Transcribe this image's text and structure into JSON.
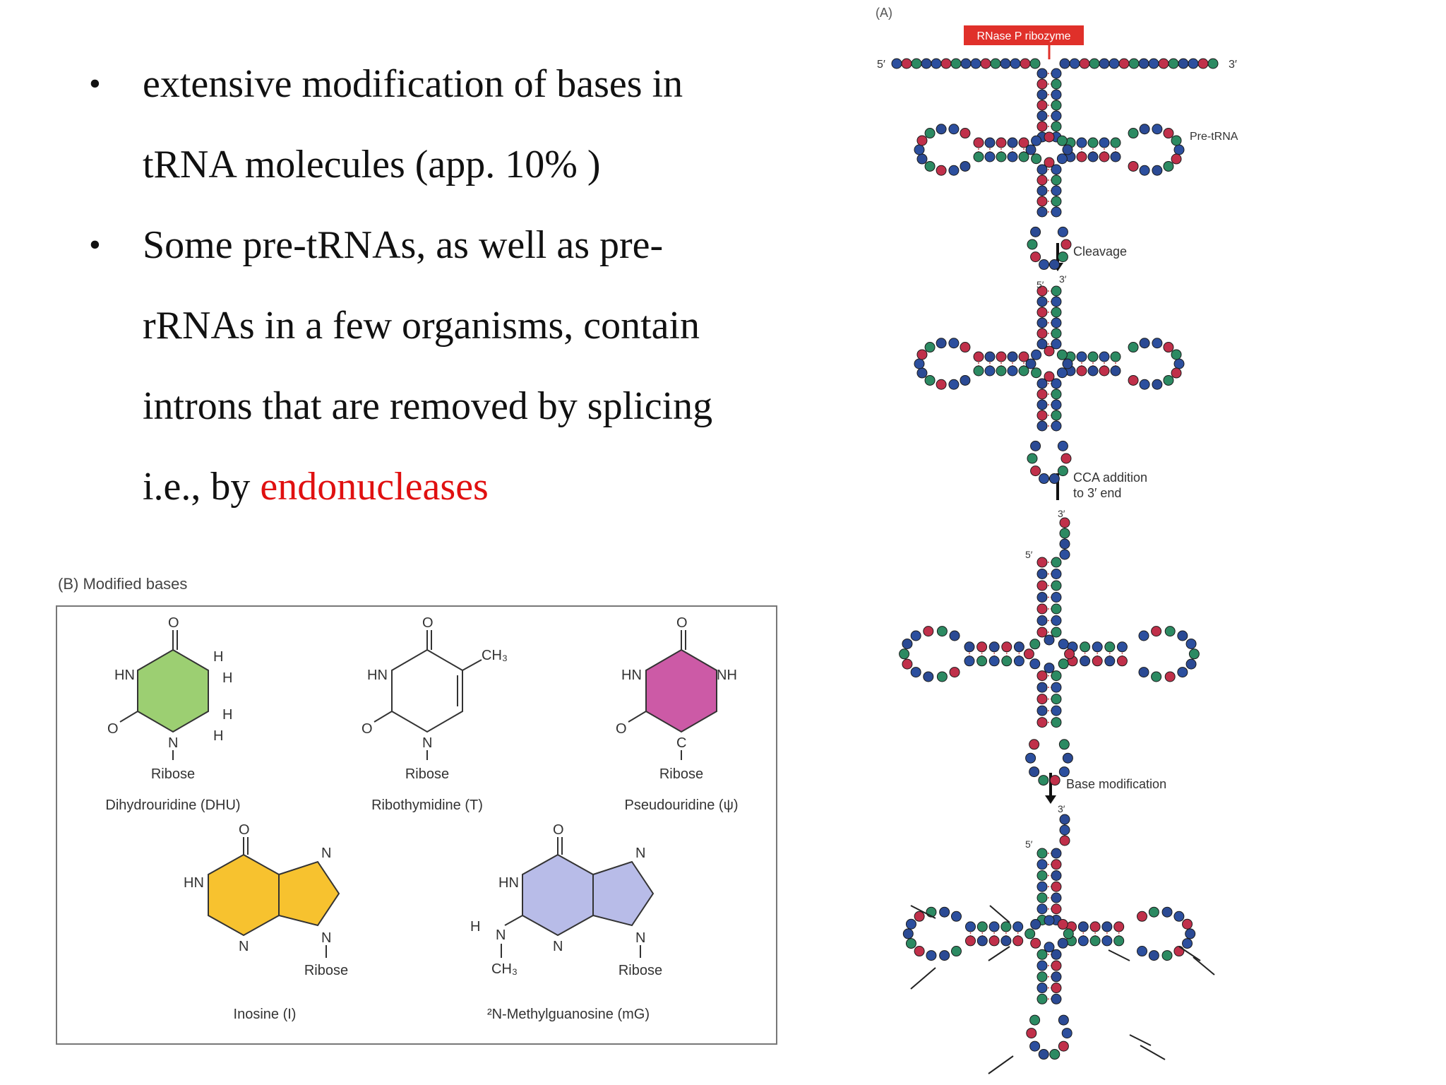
{
  "slide": {
    "bullets": [
      {
        "lines": [
          "extensive modification of bases in",
          "tRNA molecules (app. 10% )"
        ]
      },
      {
        "lines": [
          "Some pre-tRNAs, as well as pre-",
          "rRNAs in a few organisms, contain",
          "introns that are removed by splicing"
        ],
        "last_prefix": "i.e., by ",
        "last_highlight": "endonucleases"
      }
    ],
    "accent_color": "#e01010"
  },
  "panel_b": {
    "label": "(B)  Modified bases",
    "molecules": [
      {
        "name": "Dihydrouridine (DHU)",
        "sugar": "Ribose",
        "fill": "#9ccf72"
      },
      {
        "name": "Ribothymidine (T)",
        "sugar": "Ribose",
        "fill": "none"
      },
      {
        "name": "Pseudouridine (ψ)",
        "sugar": "Ribose",
        "fill": "#cc5aa6"
      },
      {
        "name": "Inosine (I)",
        "sugar": "Ribose",
        "fill": "#f7c22f"
      },
      {
        "name": "²N-Methylguanosine (mG)",
        "sugar": "Ribose",
        "fill": "#b8bce8"
      }
    ],
    "atoms": {
      "o": "O",
      "hn": "HN",
      "n": "N",
      "h": "H",
      "nh": "NH",
      "c": "C",
      "ch3": "CH₃"
    }
  },
  "panel_a": {
    "label": "(A)",
    "enzyme_label": "RNase P ribozyme",
    "enzyme_color": "#e0302a",
    "five_prime": "5′",
    "three_prime": "3′",
    "pre_trna": "Pre-tRNA",
    "steps": [
      {
        "label": "Cleavage"
      },
      {
        "label_1": "CCA addition",
        "label_2": "to 3′ end"
      },
      {
        "label": "Base modification"
      }
    ],
    "nucleotide_colors": [
      "#2c4f9e",
      "#c0304a",
      "#2c8a62",
      "#2b4a94"
    ]
  }
}
